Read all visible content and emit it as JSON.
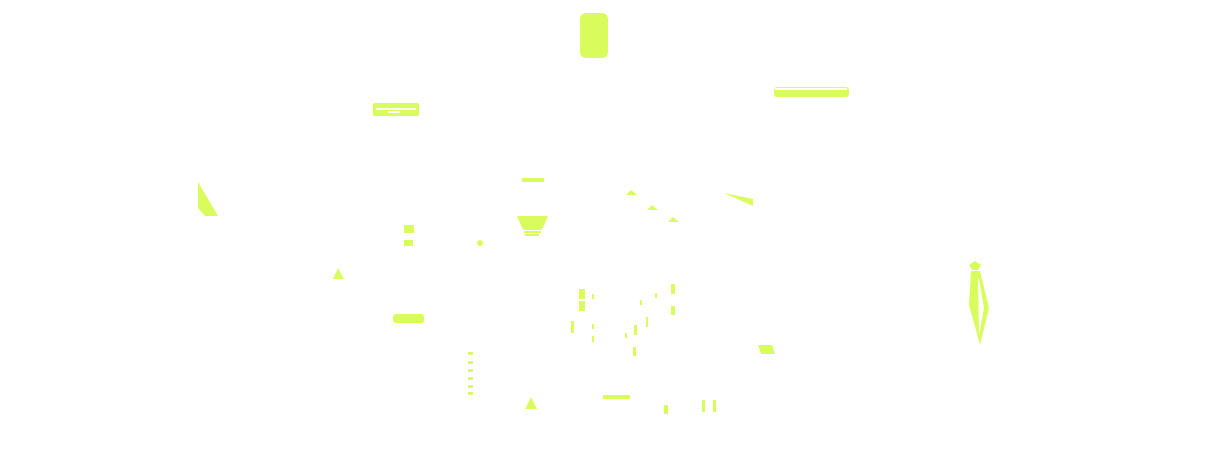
{
  "palette": {
    "background": "#ffffff",
    "fragment_fill": "#d8fc5c",
    "fragment_edge": "#ffffff"
  },
  "fragments": {
    "rounded_rectangle": "rounded-rectangle",
    "bar": "horizontal-bar",
    "triangle": "triangle",
    "dash": "dash",
    "dot": "dot",
    "needle": "needle-shape"
  }
}
